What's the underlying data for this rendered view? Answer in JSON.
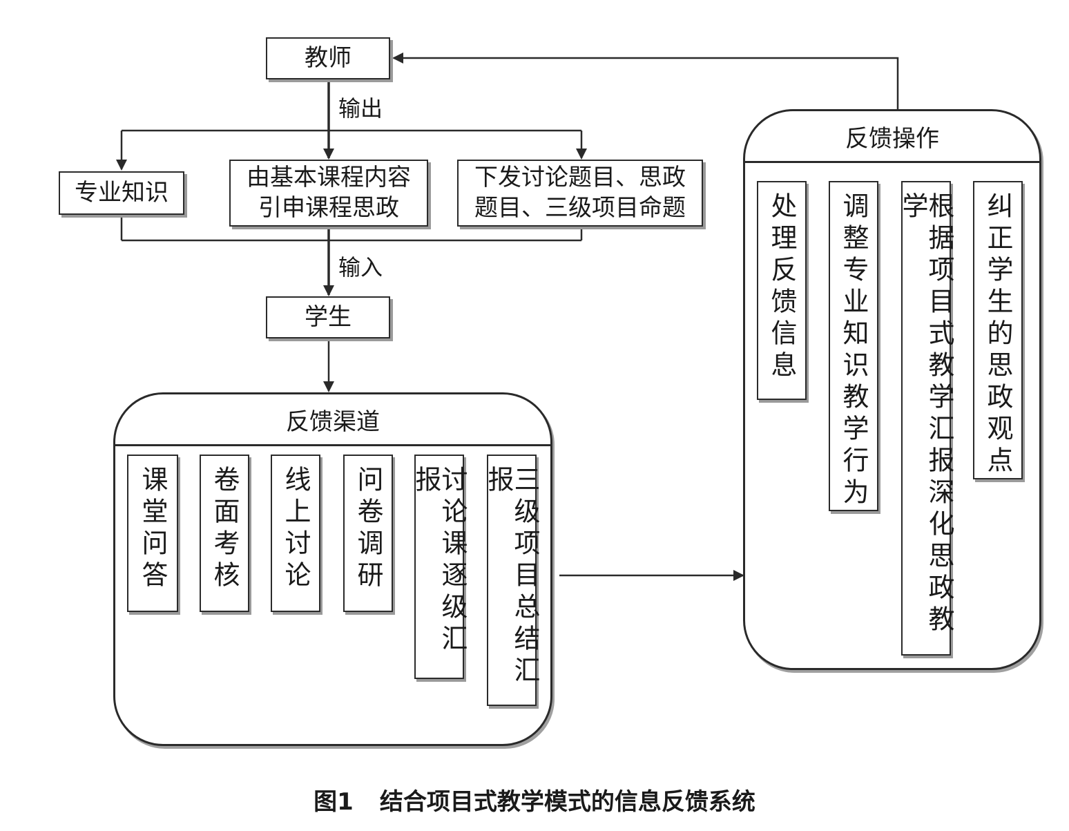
{
  "nodes": {
    "teacher": "教师",
    "professional_knowledge": "专业知识",
    "course_content": "由基本课程内容\n引申课程思政",
    "assign_topics": "下发讨论题目、思政\n题目、三级项目命题",
    "student": "学生"
  },
  "edge_labels": {
    "output": "输出",
    "input": "输入"
  },
  "feedback_channels": {
    "title": "反馈渠道",
    "items": [
      "课堂问答",
      "卷面考核",
      "线上讨论",
      "问卷调研",
      "讨论课逐级汇报",
      "三级项目总结汇报"
    ]
  },
  "feedback_operations": {
    "title": "反馈操作",
    "items": [
      "处理反馈信息",
      "调整专业知识教学行为",
      "根据项目式教学汇报深化思政教学",
      "纠正学生的思政观点"
    ]
  },
  "caption": {
    "number": "图1",
    "text": "结合项目式教学模式的信息反馈系统"
  },
  "colors": {
    "line": "#2a2a2a",
    "shadow": "#9a9a9a"
  }
}
